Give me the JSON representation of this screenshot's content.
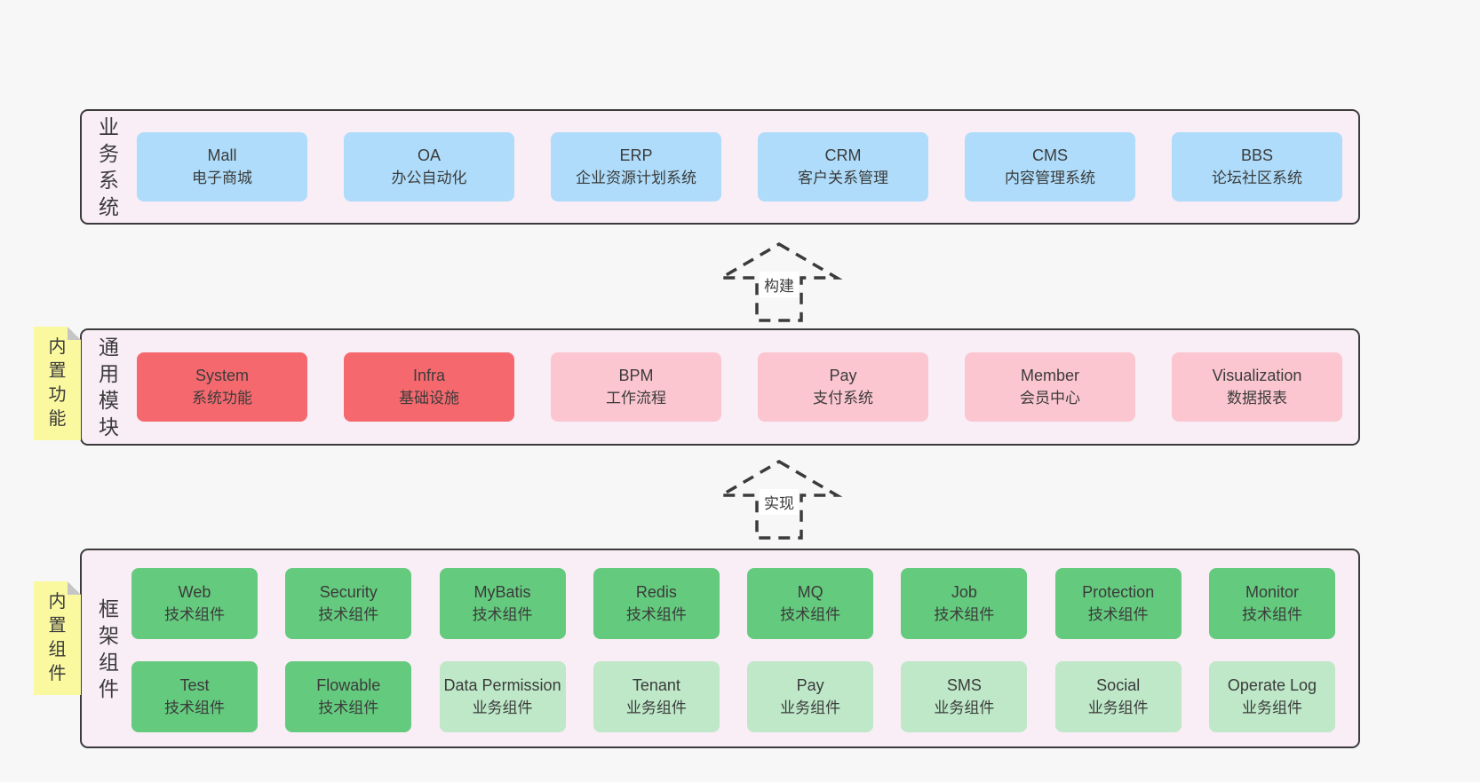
{
  "colors": {
    "page_bg": "#f7f7f7",
    "container_bg": "#f9edf6",
    "container_border": "#3b3b3b",
    "blue_box": "#aedcfa",
    "red_box": "#f5696e",
    "pink_box": "#fbc6d0",
    "green_dark_box": "#64ca7e",
    "green_light_box": "#bee8c8",
    "note_yellow": "#fbf9a0",
    "note_fold_gray": "#c5c5c5",
    "text": "#3b3b3b"
  },
  "business_layer": {
    "label": "业务系统",
    "boxes": [
      {
        "title": "Mall",
        "subtitle": "电子商城"
      },
      {
        "title": "OA",
        "subtitle": "办公自动化"
      },
      {
        "title": "ERP",
        "subtitle": "企业资源计划系统"
      },
      {
        "title": "CRM",
        "subtitle": "客户关系管理"
      },
      {
        "title": "CMS",
        "subtitle": "内容管理系统"
      },
      {
        "title": "BBS",
        "subtitle": "论坛社区系统"
      }
    ]
  },
  "build_arrow": {
    "label": "构建"
  },
  "module_layer": {
    "label": "通用模块",
    "note": "内置功能",
    "boxes": [
      {
        "title": "System",
        "subtitle": "系统功能"
      },
      {
        "title": "Infra",
        "subtitle": "基础设施"
      },
      {
        "title": "BPM",
        "subtitle": "工作流程"
      },
      {
        "title": "Pay",
        "subtitle": "支付系统"
      },
      {
        "title": "Member",
        "subtitle": "会员中心"
      },
      {
        "title": "Visualization",
        "subtitle": "数据报表"
      }
    ]
  },
  "implement_arrow": {
    "label": "实现"
  },
  "framework_layer": {
    "label": "框架组件",
    "note": "内置组件",
    "row1": [
      {
        "title": "Web",
        "subtitle": "技术组件"
      },
      {
        "title": "Security",
        "subtitle": "技术组件"
      },
      {
        "title": "MyBatis",
        "subtitle": "技术组件"
      },
      {
        "title": "Redis",
        "subtitle": "技术组件"
      },
      {
        "title": "MQ",
        "subtitle": "技术组件"
      },
      {
        "title": "Job",
        "subtitle": "技术组件"
      },
      {
        "title": "Protection",
        "subtitle": "技术组件"
      },
      {
        "title": "Monitor",
        "subtitle": "技术组件"
      }
    ],
    "row2": [
      {
        "title": "Test",
        "subtitle": "技术组件"
      },
      {
        "title": "Flowable",
        "subtitle": "技术组件"
      },
      {
        "title": "Data Permission",
        "subtitle": "业务组件"
      },
      {
        "title": "Tenant",
        "subtitle": "业务组件"
      },
      {
        "title": "Pay",
        "subtitle": "业务组件"
      },
      {
        "title": "SMS",
        "subtitle": "业务组件"
      },
      {
        "title": "Social",
        "subtitle": "业务组件"
      },
      {
        "title": "Operate Log",
        "subtitle": "业务组件"
      }
    ]
  }
}
